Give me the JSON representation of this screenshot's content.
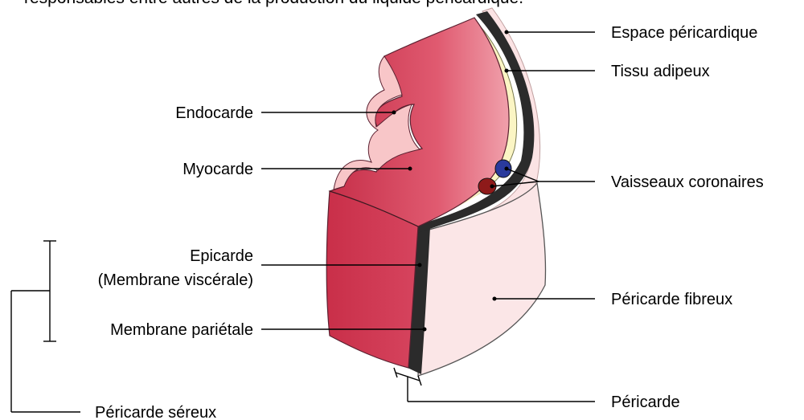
{
  "caption_top": "responsables entre autres de la production du liquide péricardique.",
  "labels": {
    "espace_pericardique": "Espace péricardique",
    "tissu_adipeux": "Tissu adipeux",
    "endocarde": "Endocarde",
    "myocarde": "Myocarde",
    "vaisseaux_coronaires": "Vaisseaux coronaires",
    "epicarde": "Epicarde",
    "membrane_viscerale": "(Membrane viscérale)",
    "membrane_parietale": "Membrane pariétale",
    "pericarde_fibreux": "Péricarde fibreux",
    "pericarde": "Péricarde",
    "pericarde_sereux": "Péricarde séreux"
  },
  "colors": {
    "myocardium_dark": "#c9334d",
    "myocardium_light": "#ea8a98",
    "endocardium": "#f8c6c8",
    "epicardium": "#2b2b2b",
    "adipose": "#fbf5c4",
    "fibrous": "#fbe6e7",
    "vessel_blue": "#2a3a9c",
    "vessel_red": "#8e1a1a"
  }
}
